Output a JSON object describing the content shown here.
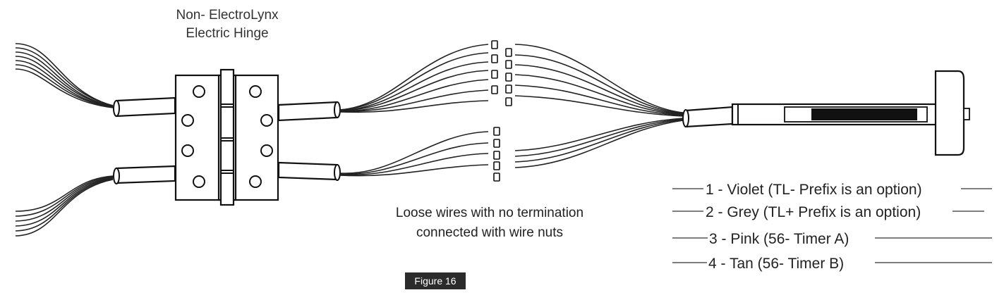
{
  "diagram": {
    "hinge_title_line1": "Non- ElectroLynx",
    "hinge_title_line2": "Electric Hinge",
    "caption_line1": "Loose wires with no termination",
    "caption_line2": "connected with wire nuts",
    "legend": [
      {
        "label": "1 - Violet (TL- Prefix is an option)"
      },
      {
        "label": "2 - Grey (TL+ Prefix is an option)"
      },
      {
        "label": "3 - Pink (56- Timer A)"
      },
      {
        "label": "4 - Tan (56- Timer B)"
      }
    ],
    "figure_label": "Figure 16"
  }
}
